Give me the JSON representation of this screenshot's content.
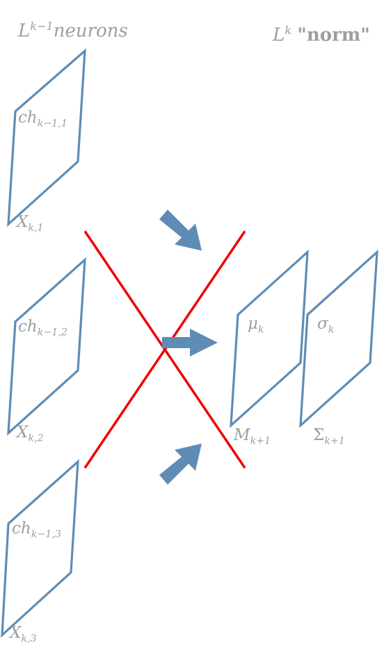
{
  "header": {
    "left": {
      "base": "L",
      "sup": "k−1",
      "word": "neurons"
    },
    "right": {
      "base": "L",
      "sup": "k",
      "word": "\"norm\""
    }
  },
  "left_panels": [
    {
      "channel": {
        "base": "ch",
        "sub": "k−1,1"
      },
      "input": {
        "base": "X",
        "sub": "k,1"
      }
    },
    {
      "channel": {
        "base": "ch",
        "sub": "k−1,2"
      },
      "input": {
        "base": "X",
        "sub": "k,2"
      }
    },
    {
      "channel": {
        "base": "ch",
        "sub": "k−1,3"
      },
      "input": {
        "base": "X",
        "sub": "k,3"
      }
    }
  ],
  "right_panels": [
    {
      "inner": {
        "base": "μ",
        "sub": "k"
      },
      "outer": {
        "base": "M",
        "sub": "k+1"
      }
    },
    {
      "inner": {
        "base": "σ",
        "sub": "k"
      },
      "outer": {
        "base": "Σ",
        "sub": "k+1"
      }
    }
  ],
  "colors": {
    "panel_stroke": "#5f8cb4",
    "arrow_fill": "#5f8cb4",
    "cross": "#ee0000",
    "label": "#9aa0a0"
  }
}
